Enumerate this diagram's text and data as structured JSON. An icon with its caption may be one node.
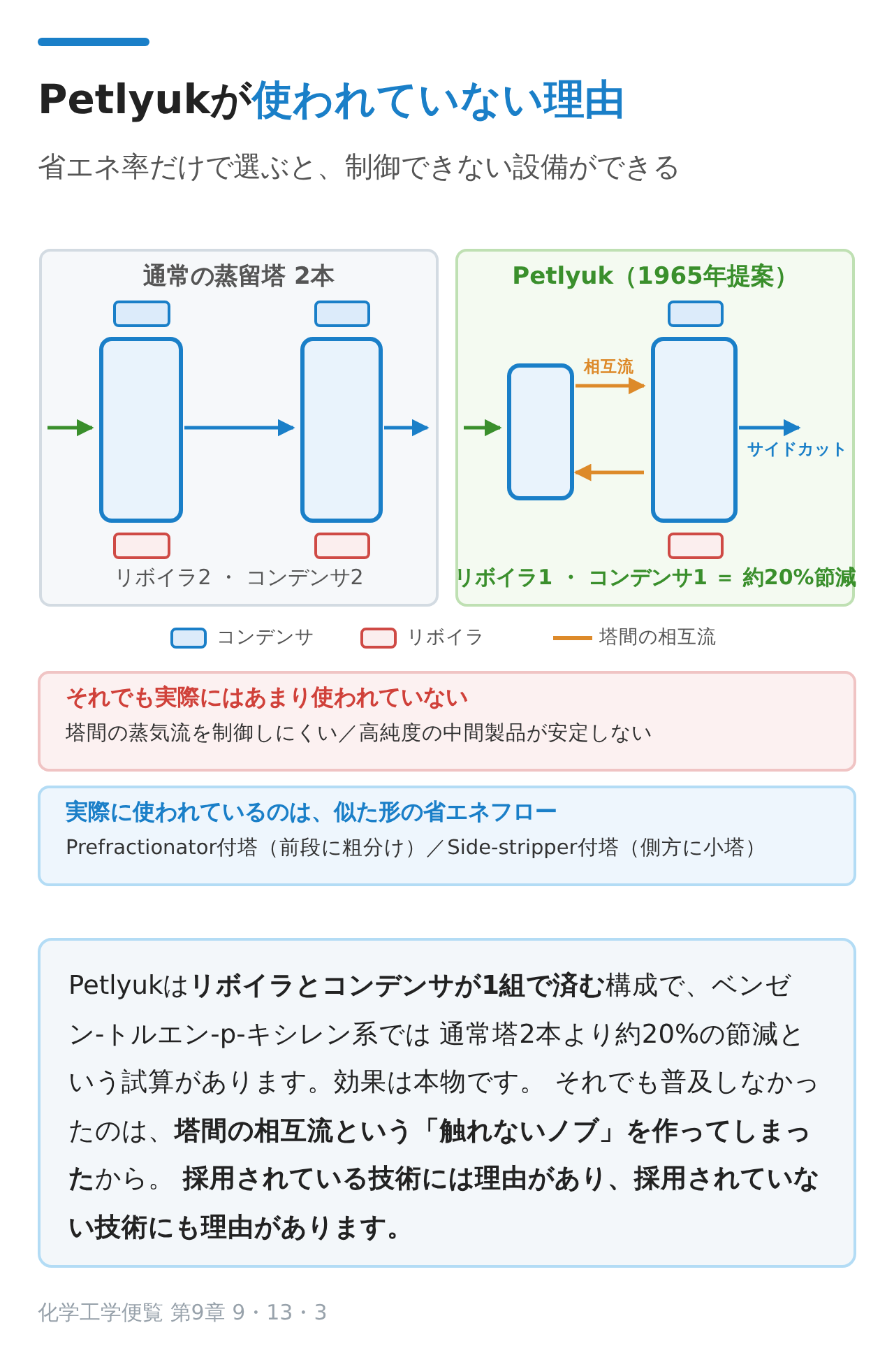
{
  "diagram": {
    "title": "Petlyukが**使われていない理由**",
    "nodes": [
      {
        "text": [
          "通常の蒸留塔 2本",
          "リボイラ2 ・ コンデンサ2"
        ]
      },
      {
        "text": [],
        "shape": "box",
        "in": 0
      },
      {
        "text": [],
        "shape": "box",
        "in": 0
      },
      {
        "text": [],
        "shape": "box",
        "in": 0
      },
      {
        "text": [],
        "shape": "box",
        "in": 0
      },
      {
        "text": [],
        "shape": "box",
        "in": 0
      },
      {
        "text": [],
        "shape": "box",
        "in": 0
      },
      {
        "text": [
          "Petlyuk（1965年提案）",
          "リボイラ1 ・ コンデンサ1 ＝ 約20%節減"
        ]
      },
      {
        "text": [],
        "shape": "box",
        "in": 7
      },
      {
        "text": [],
        "shape": "box",
        "in": 7
      },
      {
        "text": [],
        "shape": "box",
        "in": 7
      },
      {
        "text": [],
        "shape": "box",
        "in": 7
      },
      {
        "text": [
          "それでも実際にはあまり使われていない",
          "塔間の蒸気流を制御しにくい／高純度の中間製品が安定しない"
        ]
      },
      {
        "text": [
          "実際に使われているのは、似た形の省エネフロー",
          "Prefractionator付塔（前段に粗分け）／Side-stripper付塔（側方に小塔）"
        ]
      },
      {
        "text": [
          "Petlyukは**リボイラとコンデンサが1組で済む**構成で、ベンゼン-トルエン-p-キシレン系では 通常塔2本より約20%の節減という試算があります。効果は本物です。 それでも普及しなかったのは、**塔間の相互流という「触れないノブ」を作ってしまった**から。 **採用されている技術には理由があり、採用されていない技術にも理由があります。**"
        ]
      }
    ],
    "edges": [
      {
        "from": null,
        "to": 2,
        "arrow": "to",
        "color": "#3a8f2c"
      },
      {
        "from": 2,
        "to": 5,
        "arrow": "to"
      },
      {
        "from": 5,
        "to": null,
        "arrow": "to"
      },
      {
        "from": null,
        "to": 8,
        "arrow": "to",
        "color": "#3a8f2c"
      },
      {
        "from": 8,
        "to": 10,
        "arrow": "to",
        "label": "相互流",
        "color": "#dd8a2a"
      },
      {
        "from": 10,
        "to": 8,
        "arrow": "to",
        "color": "#dd8a2a"
      },
      {
        "from": 10,
        "to": null,
        "arrow": "to",
        "label": "サイドカット"
      }
    ],
    "labels": [
      "省エネ率だけで選ぶと、制御できない設備ができる",
      "化学工学便覧 第9章 9・13・3"
    ],
    "legend": [
      {
        "text": "コンデンサ",
        "color": "#dcebfa"
      },
      {
        "text": "リボイラ",
        "color": "#fbeeee"
      },
      {
        "text": "塔間の相互流"
      }
    ]
  }
}
